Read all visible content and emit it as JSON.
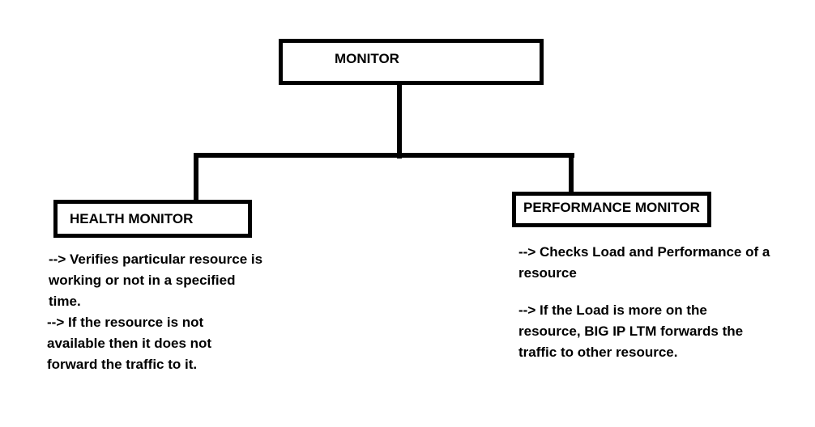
{
  "diagram": {
    "root": {
      "label": "MONITOR"
    },
    "children": [
      {
        "label": "HEALTH MONITOR",
        "description_lines": [
          "--> Verifies particular resource is",
          "working or not in a specified",
          "time.",
          "-->  If the resource is not",
          "available then it does not",
          "forward the traffic to it."
        ]
      },
      {
        "label": "PERFORMANCE MONITOR",
        "description_lines": [
          "--> Checks Load and Performance of a",
          "resource",
          "",
          "--> If the Load is more on the",
          "resource, BIG IP LTM forwards the",
          "traffic to other resource."
        ]
      }
    ]
  }
}
